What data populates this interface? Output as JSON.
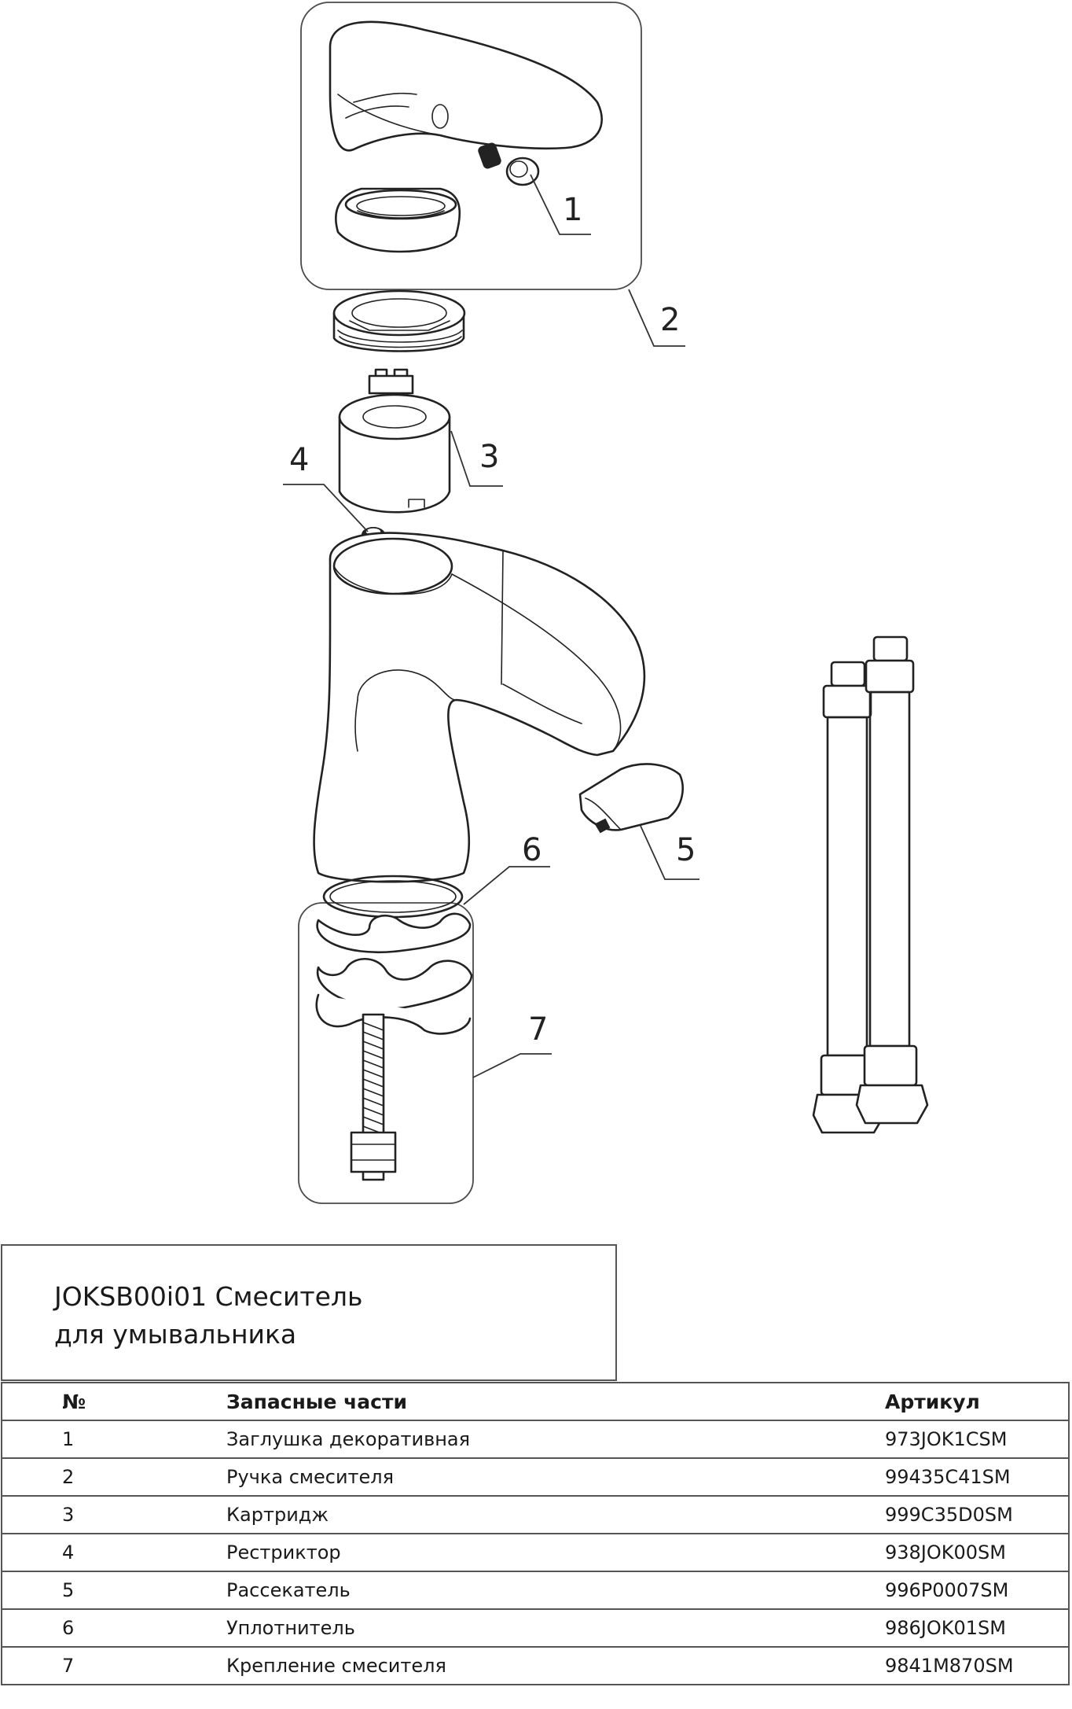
{
  "diagram": {
    "callouts": [
      "1",
      "2",
      "3",
      "4",
      "5",
      "6",
      "7"
    ]
  },
  "title": {
    "line1": "JOKSB00i01 Смеситель",
    "line2": "для умывальника"
  },
  "table": {
    "headers": {
      "no": "№",
      "name": "Запасные части",
      "article": "Артикул"
    },
    "rows": [
      {
        "no": "1",
        "name": "Заглушка декоративная",
        "article": "973JOK1CSM"
      },
      {
        "no": "2",
        "name": "Ручка смесителя",
        "article": "99435C41SM"
      },
      {
        "no": "3",
        "name": "Картридж",
        "article": "999C35D0SM"
      },
      {
        "no": "4",
        "name": "Рестриктор",
        "article": "938JOK00SM"
      },
      {
        "no": "5",
        "name": "Рассекатель",
        "article": "996P0007SM"
      },
      {
        "no": "6",
        "name": "Уплотнитель",
        "article": "986JOK01SM"
      },
      {
        "no": "7",
        "name": "Крепление смесителя",
        "article": "9841M870SM"
      }
    ]
  }
}
